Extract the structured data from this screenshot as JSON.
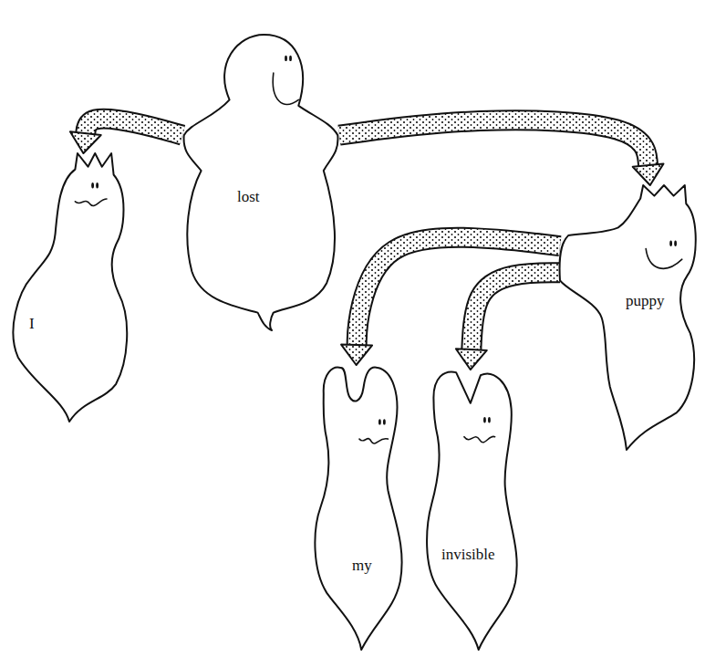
{
  "diagram": {
    "nodes": [
      {
        "text": [
          "lost"
        ]
      },
      {
        "text": [
          "I"
        ]
      },
      {
        "text": [
          "puppy"
        ]
      },
      {
        "text": [
          "my"
        ]
      },
      {
        "text": [
          "invisible"
        ]
      }
    ],
    "edges": [
      {
        "from": 0,
        "to": 1,
        "arrow": "to"
      },
      {
        "from": 0,
        "to": 2,
        "arrow": "to"
      },
      {
        "from": 2,
        "to": 3,
        "arrow": "to"
      },
      {
        "from": 2,
        "to": 4,
        "arrow": "to"
      }
    ]
  }
}
